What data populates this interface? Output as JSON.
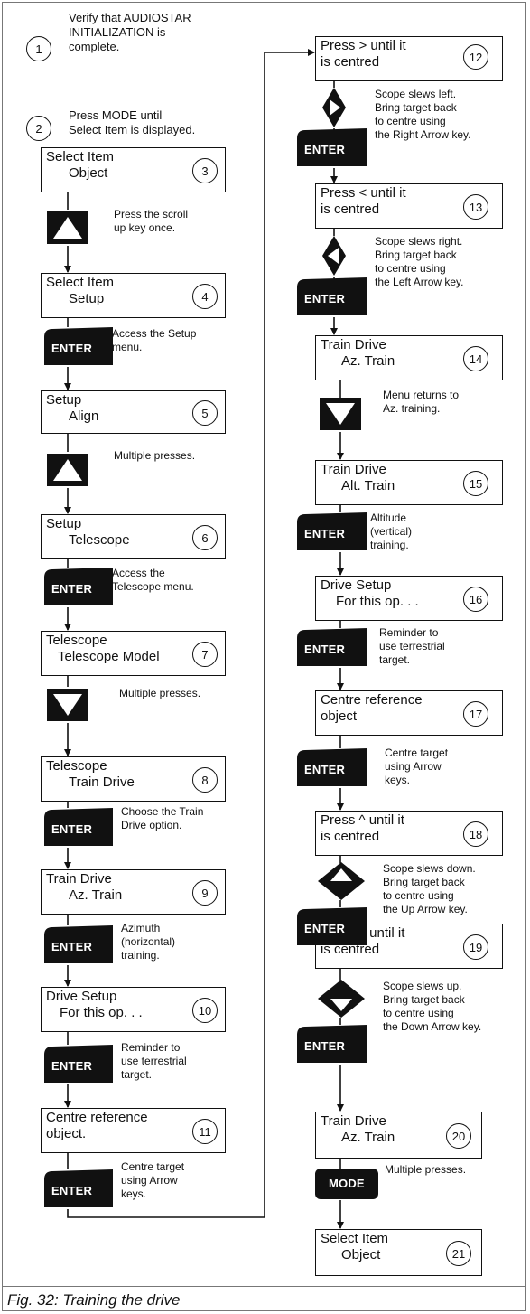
{
  "caption": "Fig. 32: Training the drive",
  "intro": [
    {
      "number": "1",
      "text": "Verify that AUDIOSTAR\nINITIALIZATION is\ncomplete."
    },
    {
      "number": "2",
      "text": "Press MODE until\nSelect Item is displayed."
    }
  ],
  "steps": [
    {
      "number": "3",
      "line1": "Select Item",
      "line2": "Object"
    },
    {
      "number": "4",
      "line1": "Select Item",
      "line2": "Setup"
    },
    {
      "number": "5",
      "line1": "Setup",
      "line2": "Align"
    },
    {
      "number": "6",
      "line1": "Setup",
      "line2": "Telescope"
    },
    {
      "number": "7",
      "line1": "Telescope",
      "line2": "Telescope Model"
    },
    {
      "number": "8",
      "line1": "Telescope",
      "line2": "Train Drive"
    },
    {
      "number": "9",
      "line1": "Train Drive",
      "line2": "Az. Train"
    },
    {
      "number": "10",
      "line1": "Drive Setup",
      "line2": "For this op. . ."
    },
    {
      "number": "11",
      "line1": "Centre reference",
      "line2": "object."
    },
    {
      "number": "12",
      "line1": "Press  >  until it",
      "line2": "is centred"
    },
    {
      "number": "13",
      "line1": "Press  <  until it",
      "line2": "is centred"
    },
    {
      "number": "14",
      "line1": "Train Drive",
      "line2": "Az. Train"
    },
    {
      "number": "15",
      "line1": "Train Drive",
      "line2": "Alt. Train"
    },
    {
      "number": "16",
      "line1": "Drive Setup",
      "line2": "For this op. . ."
    },
    {
      "number": "17",
      "line1": "Centre reference",
      "line2": "object"
    },
    {
      "number": "18",
      "line1": "Press  ^  until it",
      "line2": "is centred"
    },
    {
      "number": "19",
      "line1": "Press  v  until it",
      "line2": "is centred"
    },
    {
      "number": "20",
      "line1": "Train Drive",
      "line2": "Az. Train"
    },
    {
      "number": "21",
      "line1": "Select Item",
      "line2": "Object"
    }
  ],
  "keys": {
    "enter": "ENTER",
    "mode": "MODE"
  },
  "notes": [
    "Press the scroll\nup key once.",
    "Access the Setup\nmenu.",
    "Multiple presses.",
    "Access the\nTelescope menu.",
    "Multiple presses.",
    "Choose the Train\nDrive option.",
    "Azimuth\n(horizontal)\ntraining.",
    "Reminder to\nuse terrestrial\ntarget.",
    "Centre target\nusing Arrow\nkeys.",
    "Scope slews left.\nBring target back\nto centre using\nthe Right Arrow key.",
    "Scope slews right.\nBring target back\nto centre using\nthe Left Arrow key.",
    "Menu returns to\nAz. training.",
    "Altitude\n(vertical)\ntraining.",
    "Reminder to\nuse terrestrial\ntarget.",
    "Centre target\nusing Arrow\nkeys.",
    "Scope slews down.\nBring target back\nto centre using\nthe Up Arrow key.",
    "Scope slews up.\nBring target back\nto centre using\nthe Down Arrow key.",
    "Multiple presses."
  ]
}
